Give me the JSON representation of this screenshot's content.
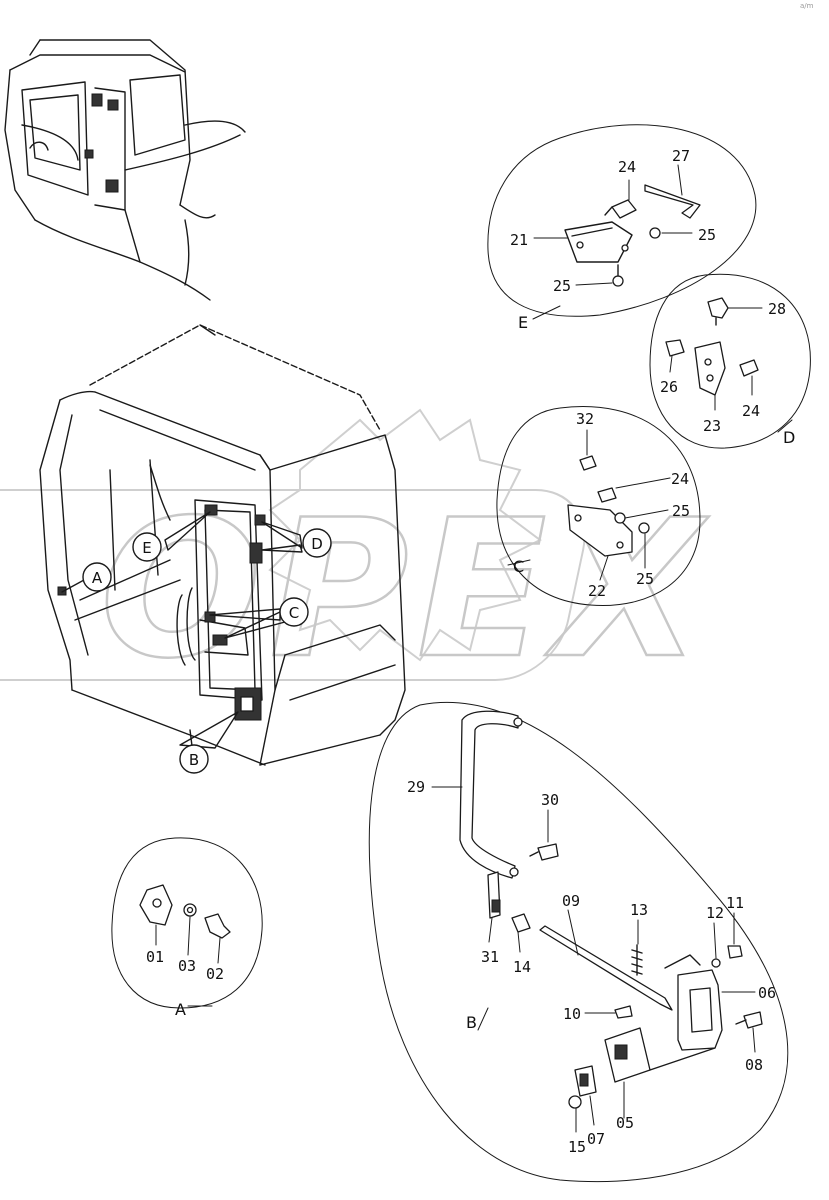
{
  "page": {
    "corner_mark": "a/m"
  },
  "watermark": {
    "text": "OPEX"
  },
  "cab_bubbles": [
    {
      "label": "A"
    },
    {
      "label": "B"
    },
    {
      "label": "C"
    },
    {
      "label": "D"
    },
    {
      "label": "E"
    }
  ],
  "details": {
    "E": {
      "label": "E",
      "parts": [
        "24",
        "27",
        "21",
        "25",
        "25"
      ]
    },
    "D": {
      "label": "D",
      "parts": [
        "28",
        "26",
        "23",
        "24"
      ]
    },
    "C": {
      "label": "C",
      "parts": [
        "32",
        "24",
        "25",
        "22",
        "25"
      ]
    },
    "A": {
      "label": "A",
      "parts": [
        "01",
        "03",
        "02"
      ]
    },
    "B": {
      "label": "B",
      "parts": [
        "29",
        "30",
        "31",
        "14",
        "09",
        "13",
        "12",
        "11",
        "06",
        "10",
        "08",
        "15",
        "07",
        "05"
      ]
    }
  }
}
